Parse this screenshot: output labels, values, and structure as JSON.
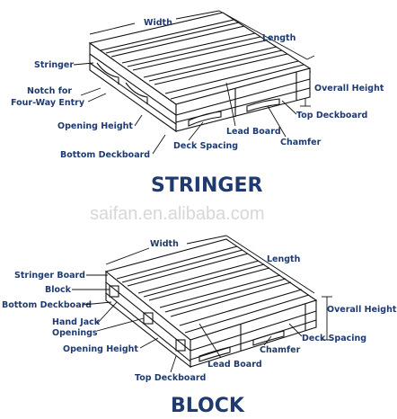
{
  "watermark": "saifan.en.alibaba.com",
  "colors": {
    "label": "#1f3a6e",
    "ink": "#111111",
    "watermark": "#d7d7d7"
  },
  "stringer": {
    "title": "STRINGER",
    "labels": {
      "width": "Width",
      "length": "Length",
      "stringer": "Stringer",
      "notch_line1": "Notch for",
      "notch_line2": "Four-Way Entry",
      "overall_height": "Overall Height",
      "opening_height": "Opening Height",
      "top_deckboard": "Top Deckboard",
      "lead_board": "Lead Board",
      "chamfer": "Chamfer",
      "deck_spacing": "Deck Spacing",
      "bottom_deckboard": "Bottom Deckboard"
    }
  },
  "block": {
    "title": "BLOCK",
    "labels": {
      "width": "Width",
      "length": "Length",
      "stringer_board": "Stringer Board",
      "block": "Block",
      "bottom_deckboard": "Bottom Deckboard",
      "overall_height": "Overall Height",
      "hand_jack_line1": "Hand Jack",
      "hand_jack_line2": "Openings",
      "deck_spacing": "Deck Spacing",
      "opening_height": "Opening Height",
      "chamfer": "Chamfer",
      "lead_board": "Lead Board",
      "top_deckboard": "Top Deckboard"
    }
  }
}
